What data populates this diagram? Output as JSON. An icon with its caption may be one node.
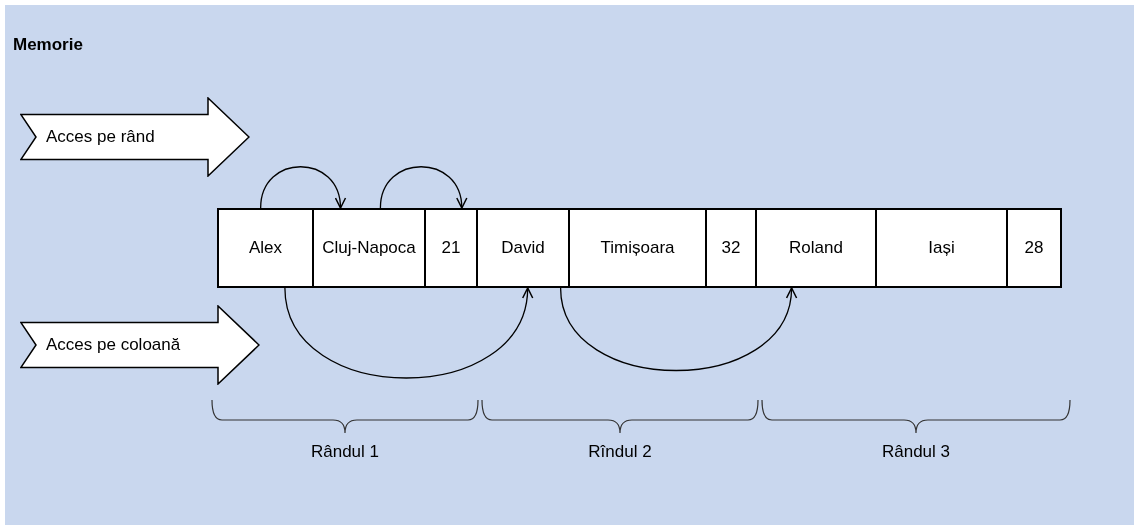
{
  "diagram": {
    "nodes": [
      {
        "text": [
          "Memorie"
        ]
      },
      {
        "text": [
          "Acces pe rând"
        ],
        "in": 0
      },
      {
        "text": [
          "Acces pe coloană"
        ],
        "in": 0
      },
      {
        "text": [
          "Alex"
        ],
        "in": 0
      },
      {
        "text": [
          "Cluj-Napoca"
        ],
        "in": 0
      },
      {
        "text": [
          "21"
        ],
        "in": 0
      },
      {
        "text": [
          "David"
        ],
        "in": 0
      },
      {
        "text": [
          "Timișoara"
        ],
        "in": 0
      },
      {
        "text": [
          "32"
        ],
        "in": 0
      },
      {
        "text": [
          "Roland"
        ],
        "in": 0
      },
      {
        "text": [
          "Iași"
        ],
        "in": 0
      },
      {
        "text": [
          "28"
        ],
        "in": 0
      }
    ],
    "edges": [
      {
        "from": 3,
        "to": 4,
        "arrow": "to"
      },
      {
        "from": 4,
        "to": 5,
        "arrow": "to"
      },
      {
        "from": 3,
        "to": 6,
        "arrow": "to"
      },
      {
        "from": 6,
        "to": 9,
        "arrow": "to"
      }
    ],
    "labels": [
      "Rândul 1",
      "Rîndul 2",
      "Rândul 3"
    ]
  }
}
